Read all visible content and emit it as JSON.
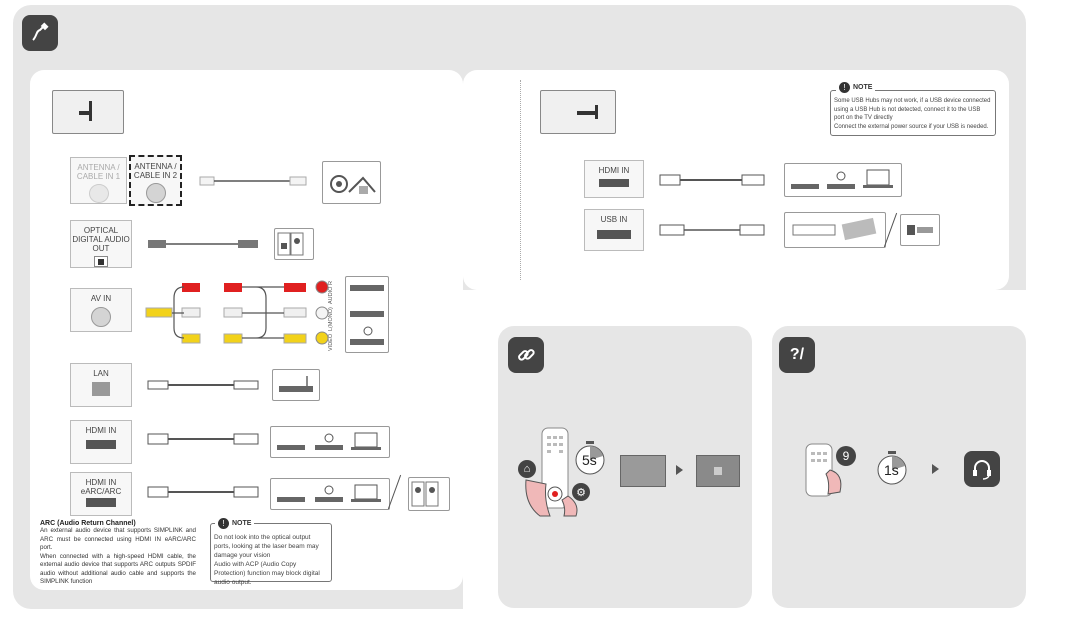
{
  "ports": {
    "antenna1": "ANTENNA / CABLE IN 1",
    "antenna2": "ANTENNA / CABLE IN 2",
    "optical": "OPTICAL DIGITAL AUDIO OUT",
    "av_in": "AV IN",
    "lan": "LAN",
    "hdmi_in": "HDMI IN",
    "hdmi_arc": "HDMI IN eARC/ARC",
    "hdmi_in_r": "HDMI IN",
    "usb_in": "USB IN"
  },
  "av_labels": {
    "audio_r": "AUDIO R",
    "audio_l_mono": "L(MONO)",
    "video": "VIDEO"
  },
  "arc": {
    "title": "ARC (Audio Return Channel)",
    "line1": "An external audio device that supports SIMPLINK and ARC must be connected using HDMI IN eARC/ARC port.",
    "line2": "When connected with a high-speed HDMI cable, the external audio device that supports ARC outputs SPDIF audio without additional audio cable and supports the SIMPLINK function"
  },
  "note_left": {
    "title": "NOTE",
    "item1": "Do not look into the optical output ports, looking at the laser beam may damage your vision",
    "item2": "Audio with ACP (Audio Copy Protection) function may block digital audio output."
  },
  "note_right": {
    "title": "NOTE",
    "item1": "Some USB Hubs may not work, if a USB device connected using a USB Hub is not detected, connect it to the USB port on the TV directly",
    "item2": "Connect the external power source if your USB is needed."
  },
  "timers": {
    "five": "5s",
    "one": "1s"
  },
  "badge_nine": "9",
  "colors": {
    "panel_gray": "#e6e6e6",
    "icon_dark": "#444444",
    "red": "#e02020",
    "yellow": "#f2d21a",
    "white_cable": "#f0f0f0"
  },
  "icons": [
    "cable-icon",
    "link-icon",
    "help-icon",
    "headset-icon",
    "home-icon",
    "gear-icon"
  ]
}
